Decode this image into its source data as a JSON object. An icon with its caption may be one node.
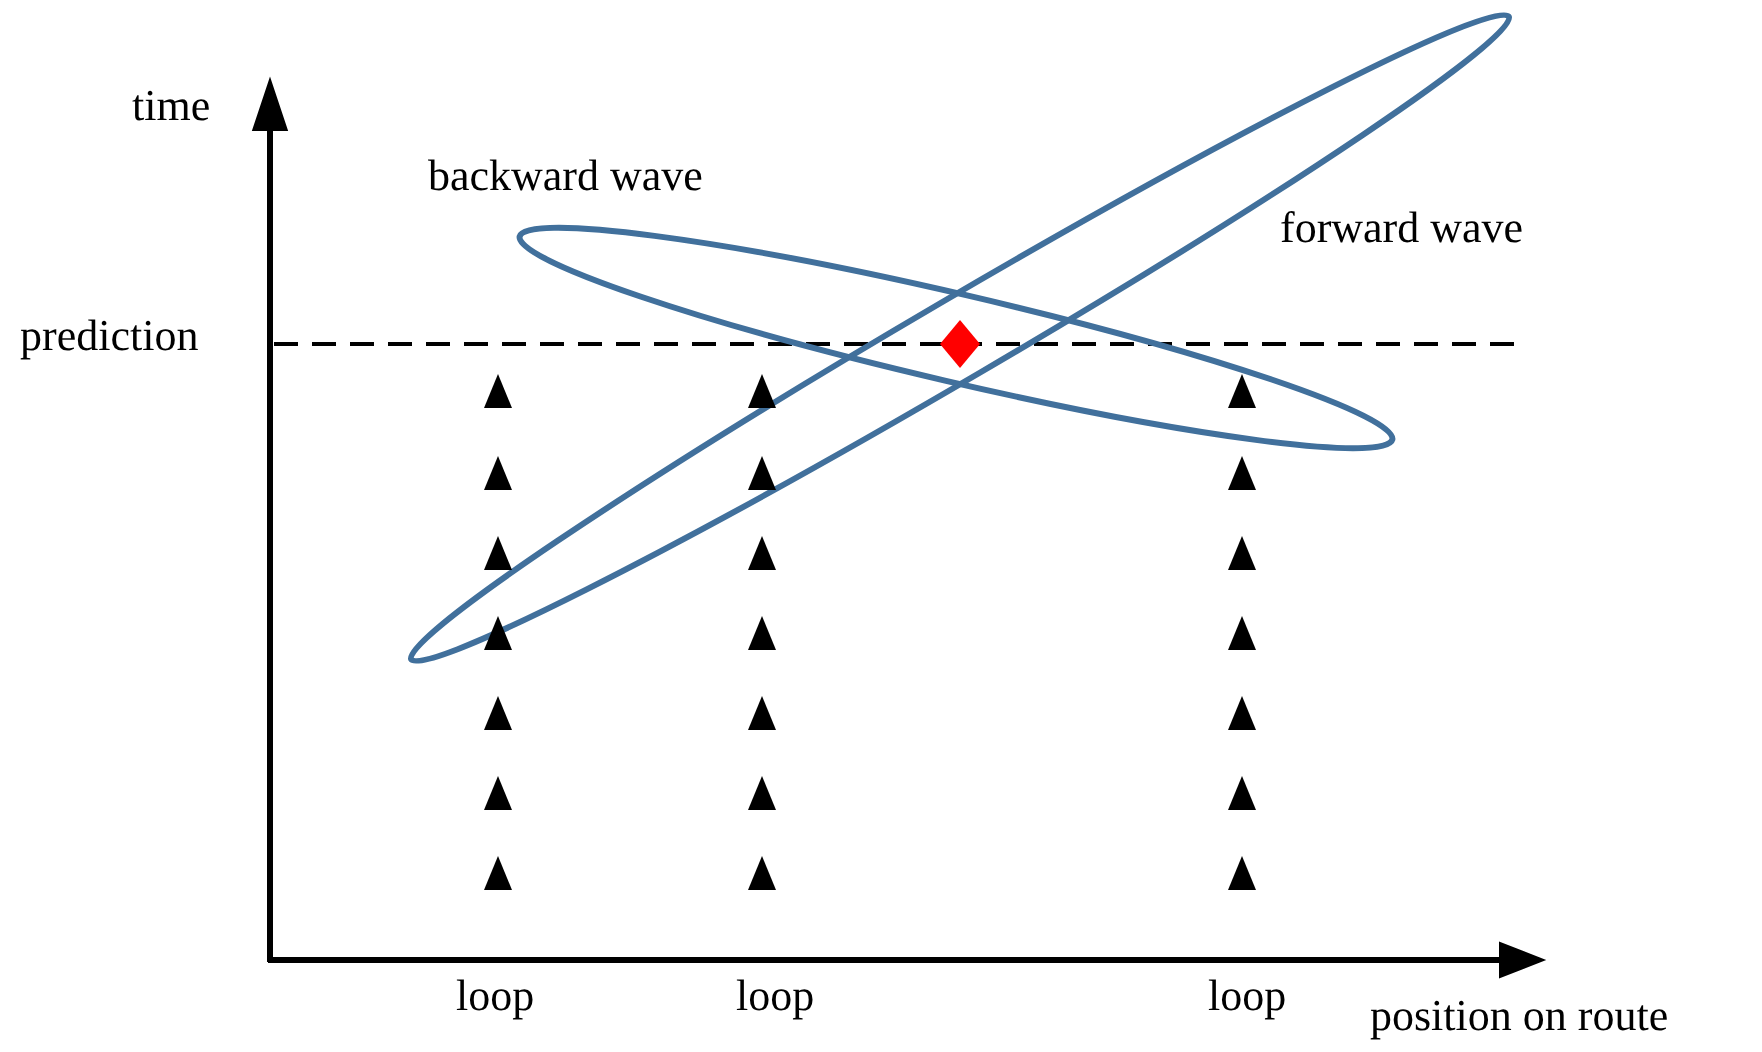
{
  "diagram": {
    "labels": [
      "time",
      "backward wave",
      "forward wave",
      "prediction",
      "loop",
      "loop",
      "loop",
      "position on route"
    ]
  }
}
